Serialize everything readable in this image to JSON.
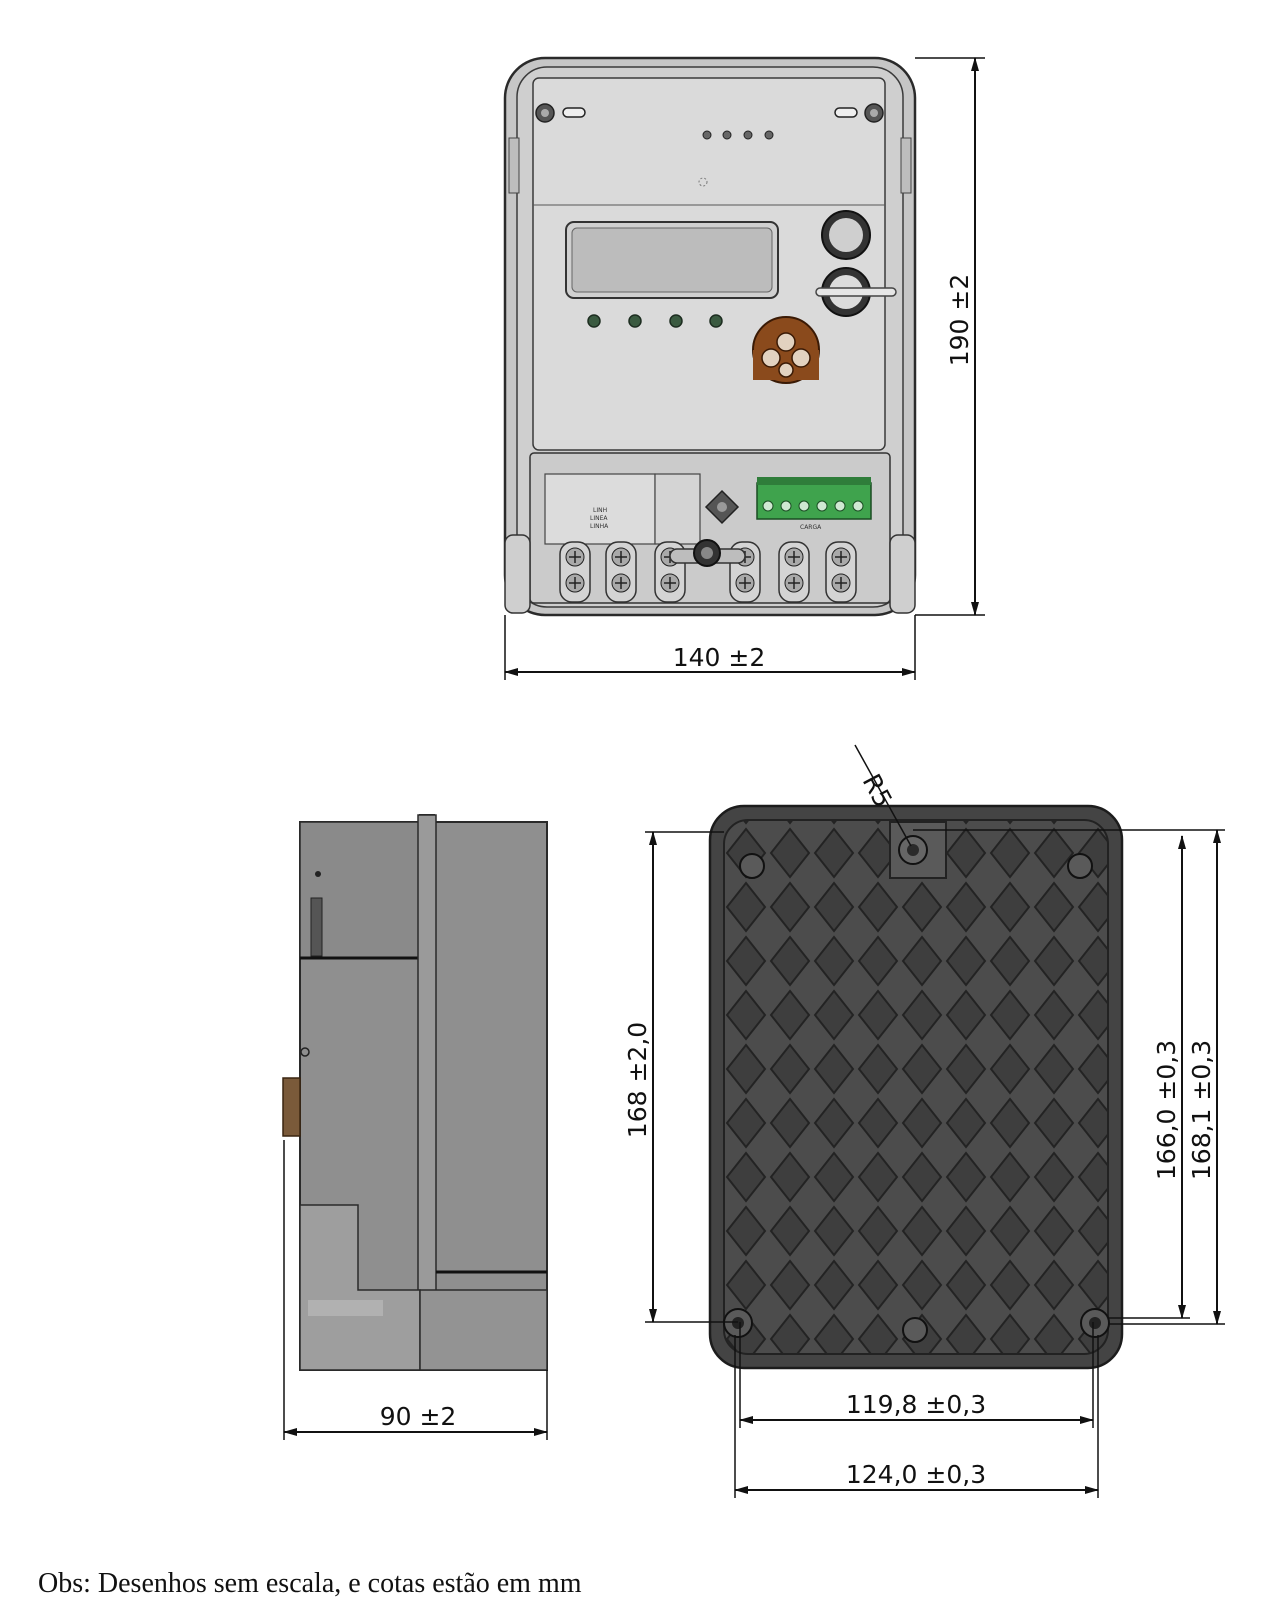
{
  "front_view": {
    "height_dim": "190 ±2",
    "width_dim": "140 ±2",
    "terminal_labels": [
      "LINH",
      "LINEA",
      "LINHA"
    ],
    "load_label": "CARGA"
  },
  "side_view": {
    "depth_dim": "90 ±2"
  },
  "rear_view": {
    "radius_dim": "R5",
    "height_dim_left": "168 ±2,0",
    "height_dim_inner": "166,0 ±0,3",
    "height_dim_outer": "168,1 ±0,3",
    "hole_spacing_dim": "119,8 ±0,3",
    "width_dim": "124,0 ±0,3"
  },
  "note": "Obs: Desenhos sem escala, e cotas estão em mm",
  "colors": {
    "body": "#c9c9c9",
    "panel": "#dcdcdc",
    "display": "#bdbdbd",
    "led": "#3a5a40",
    "optical_port": "#8a4a1c",
    "green_connector": "#3fa34d",
    "rear_plate": "#4a4a4a"
  }
}
